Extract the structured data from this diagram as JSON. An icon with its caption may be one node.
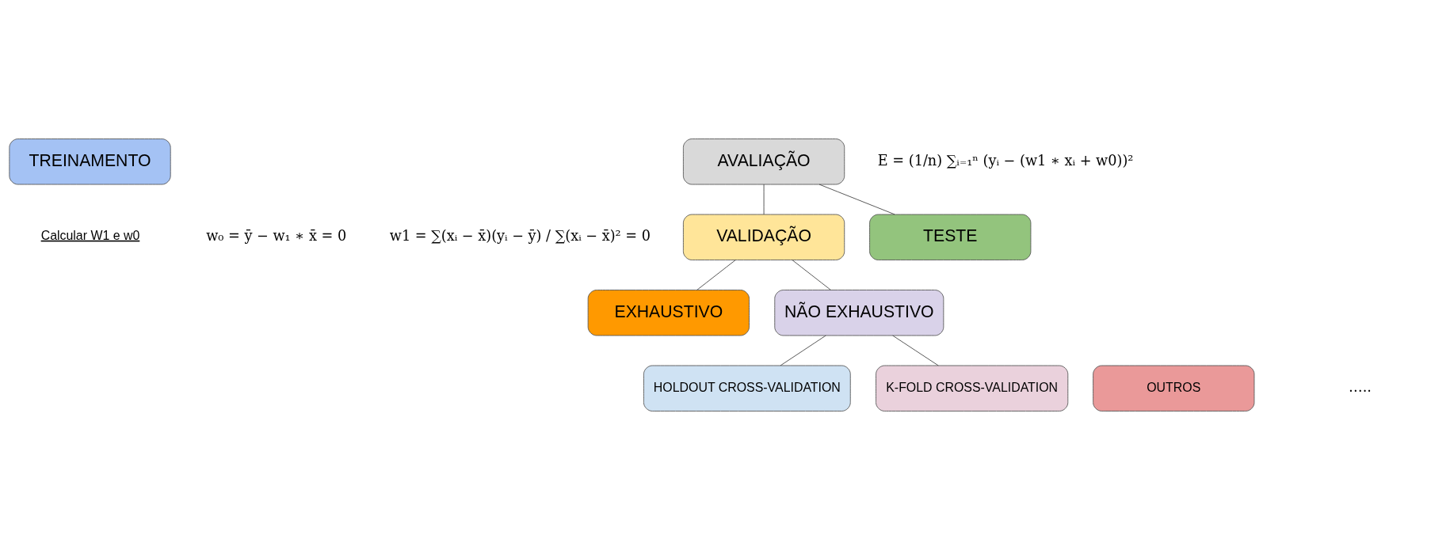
{
  "diagram": {
    "nodes": [
      {
        "text": [
          "TREINAMENTO"
        ],
        "beside": [
          "Calcular W1 e w0"
        ]
      },
      {
        "text": [
          "AVALIAÇÃO"
        ]
      },
      {
        "text": [
          "VALIDAÇÃO"
        ]
      },
      {
        "text": [
          "TESTE"
        ]
      },
      {
        "text": [
          "EXHAUSTIVO"
        ]
      },
      {
        "text": [
          "NÃO EXHAUSTIVO"
        ]
      },
      {
        "text": [
          "HOLDOUT CROSS-VALIDATION"
        ]
      },
      {
        "text": [
          "K-FOLD CROSS-VALIDATION"
        ]
      },
      {
        "text": [
          "OUTROS"
        ]
      }
    ],
    "edges": [
      {
        "from": 1,
        "to": 2,
        "arrow": "none"
      },
      {
        "from": 1,
        "to": 3,
        "arrow": "none"
      },
      {
        "from": 2,
        "to": 4,
        "arrow": "none"
      },
      {
        "from": 2,
        "to": 5,
        "arrow": "none"
      },
      {
        "from": 5,
        "to": 6,
        "arrow": "none"
      },
      {
        "from": 5,
        "to": 7,
        "arrow": "none"
      }
    ],
    "labels": [
      "E = (1/n) ∑ᵢ₌₁ⁿ (yᵢ − (w1 ∗ xᵢ + w0))²",
      "w1 = ∑(xᵢ − x̄)(yᵢ − ȳ) / ∑(xᵢ − x̄)² = 0",
      "w₀ = ȳ − w₁ ∗ x̄ = 0",
      "….."
    ]
  }
}
